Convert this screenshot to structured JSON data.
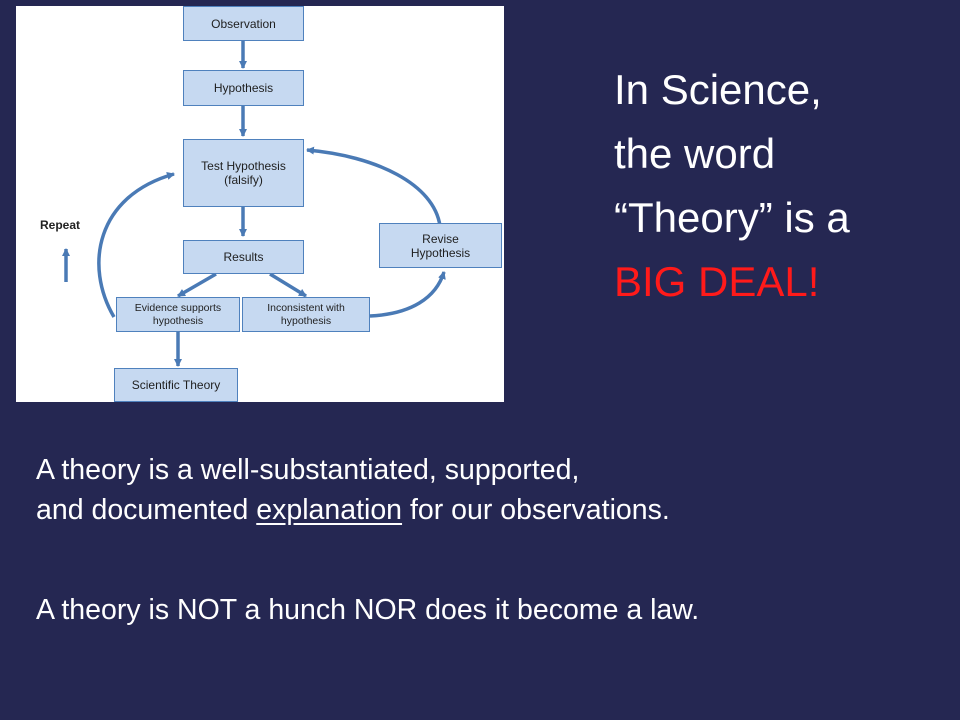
{
  "diagram": {
    "nodes": {
      "observation": "Observation",
      "hypothesis": "Hypothesis",
      "test": "Test Hypothesis\n(falsify)",
      "results": "Results",
      "revise": "Revise\nHypothesis",
      "evidence": "Evidence supports\nhypothesis",
      "inconsistent": "Inconsistent with\nhypothesis",
      "theory": "Scientific Theory"
    },
    "repeat_label": "Repeat",
    "colors": {
      "box_fill": "#c6d9f1",
      "box_border": "#4f81bd",
      "arrow": "#4a7ab5"
    }
  },
  "heading": {
    "line1": "In Science,",
    "line2": "the word",
    "line3": "“Theory” is a",
    "line4": "BIG DEAL!",
    "accent_color": "#ff1a1a"
  },
  "body": {
    "para1_line1": "A theory is a well-substantiated, supported,",
    "para1_line2_before": "and documented ",
    "para1_underlined": "explanation",
    "para1_line2_after": " for our observations.",
    "para2": "A theory is NOT a hunch NOR does it become a law."
  },
  "colors": {
    "background": "#252752",
    "text": "#ffffff"
  }
}
